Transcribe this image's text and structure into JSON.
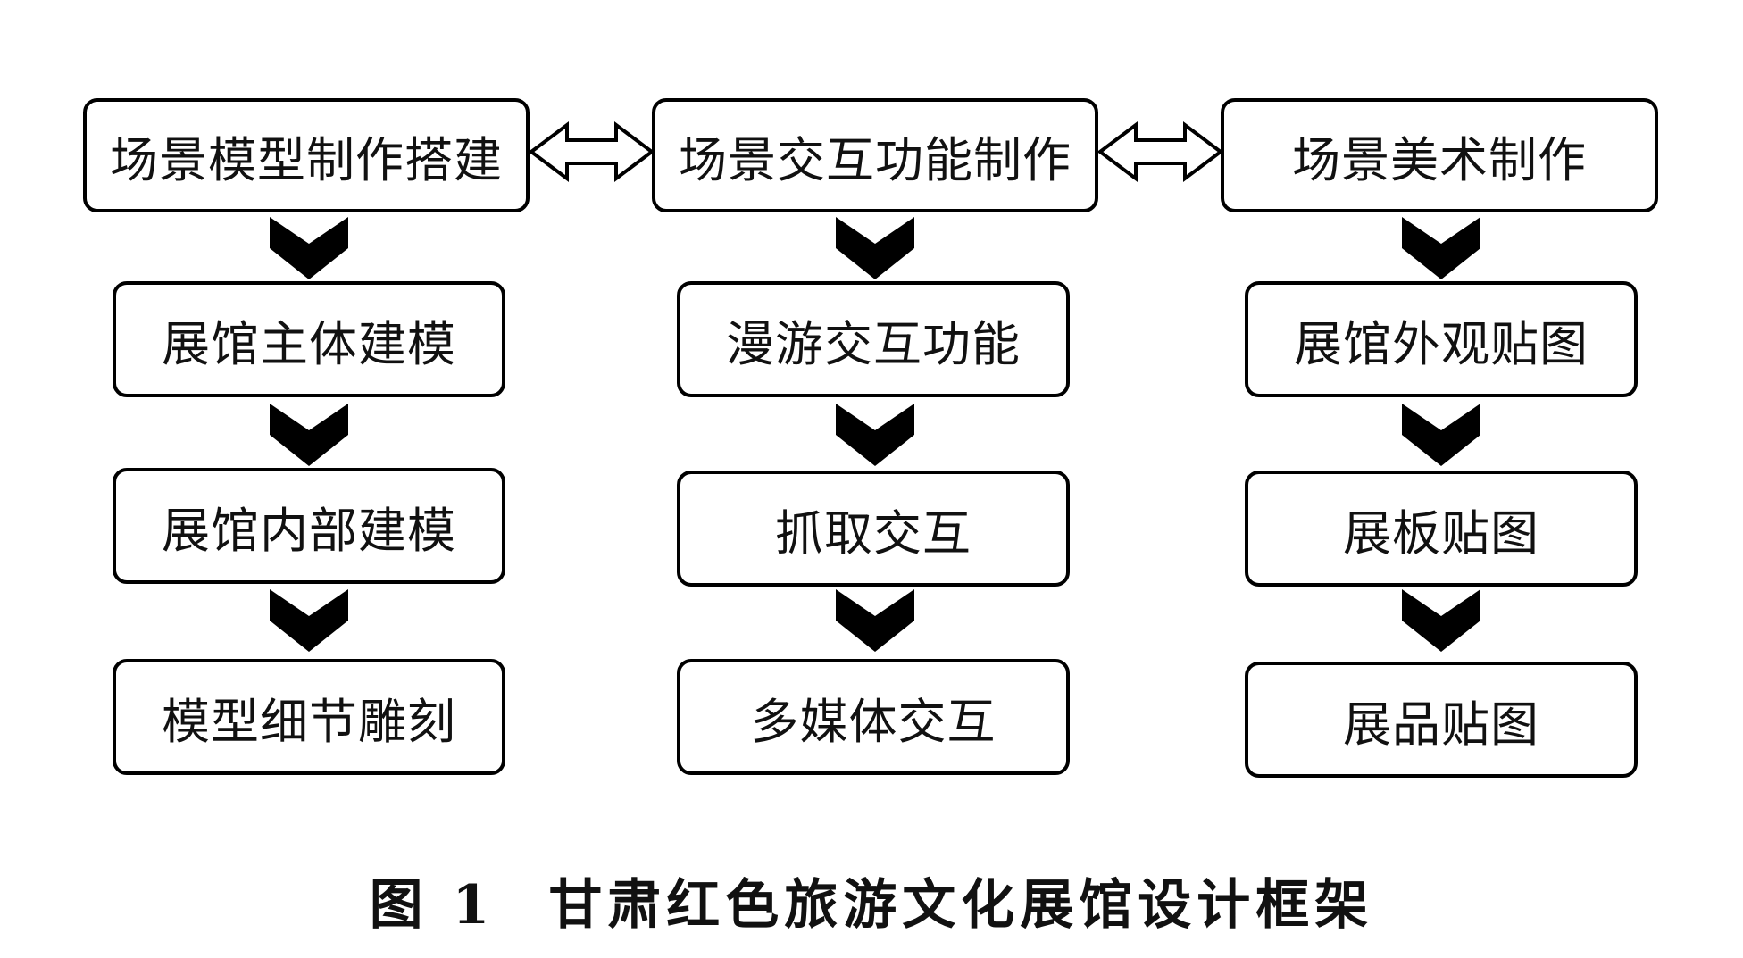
{
  "columns": [
    {
      "header": "场景模型制作搭建",
      "items": [
        "展馆主体建模",
        "展馆内部建模",
        "模型细节雕刻"
      ]
    },
    {
      "header": "场景交互功能制作",
      "items": [
        "漫游交互功能",
        "抓取交互",
        "多媒体交互"
      ]
    },
    {
      "header": "场景美术制作",
      "items": [
        "展馆外观贴图",
        "展板贴图",
        "展品贴图"
      ]
    }
  ],
  "caption": {
    "label": "图 1",
    "title": "甘肃红色旅游文化展馆设计框架"
  }
}
